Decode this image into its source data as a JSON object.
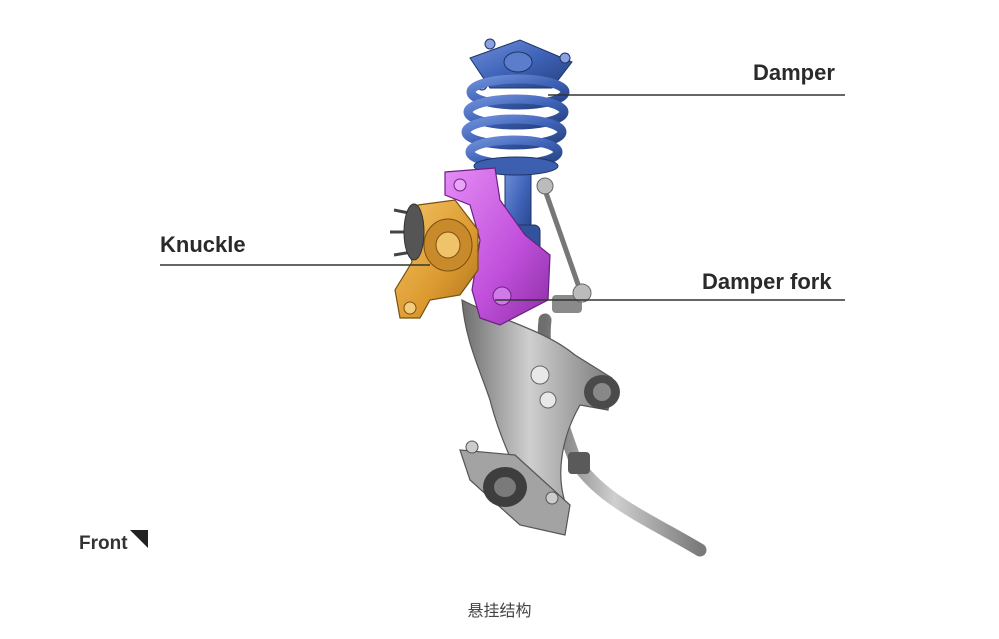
{
  "labels": {
    "damper": "Damper",
    "knuckle": "Knuckle",
    "damper_fork": "Damper fork",
    "front": "Front"
  },
  "caption": "悬挂结构",
  "colors": {
    "damper_blue": "#3f63b8",
    "knuckle_orange": "#e0a23a",
    "fork_purple": "#c552e0",
    "arm_gray": "#9a9a9a",
    "leader_line": "#333333"
  }
}
